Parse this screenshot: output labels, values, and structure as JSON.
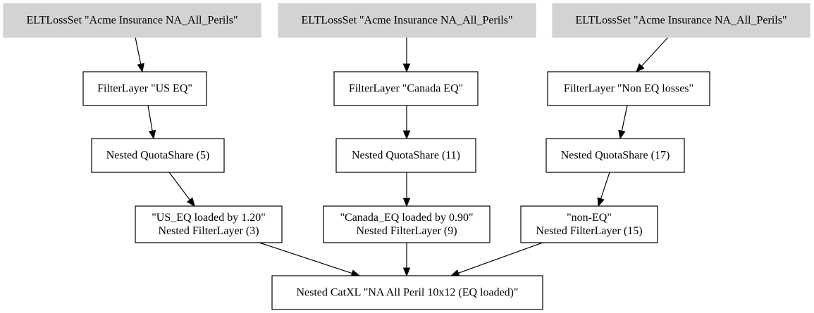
{
  "colors": {
    "source_fill": "#d3d3d3",
    "node_fill": "#ffffff",
    "stroke": "#000000"
  },
  "nodes": {
    "source_1": {
      "lines": [
        "ELTLossSet \"Acme Insurance NA_All_Perils\""
      ]
    },
    "source_2": {
      "lines": [
        "ELTLossSet \"Acme Insurance NA_All_Perils\""
      ]
    },
    "source_3": {
      "lines": [
        "ELTLossSet \"Acme Insurance NA_All_Perils\""
      ]
    },
    "filter_us": {
      "lines": [
        "FilterLayer \"US EQ\""
      ]
    },
    "filter_canada": {
      "lines": [
        "FilterLayer \"Canada EQ\""
      ]
    },
    "filter_non_eq": {
      "lines": [
        "FilterLayer \"Non EQ losses\""
      ]
    },
    "quota_5": {
      "lines": [
        "Nested QuotaShare (5)"
      ]
    },
    "quota_11": {
      "lines": [
        "Nested QuotaShare (11)"
      ]
    },
    "quota_17": {
      "lines": [
        "Nested QuotaShare (17)"
      ]
    },
    "nested_filter_3": {
      "lines": [
        "\"US_EQ loaded by 1.20\"",
        "Nested FilterLayer (3)"
      ]
    },
    "nested_filter_9": {
      "lines": [
        "\"Canada_EQ loaded by 0.90\"",
        "Nested FilterLayer (9)"
      ]
    },
    "nested_filter_15": {
      "lines": [
        "\"non-EQ\"",
        "Nested FilterLayer (15)"
      ]
    },
    "catxl": {
      "lines": [
        "Nested CatXL \"NA All Peril 10x12 (EQ loaded)\""
      ]
    }
  },
  "edges": [
    {
      "from": "source_1",
      "to": "filter_us"
    },
    {
      "from": "source_2",
      "to": "filter_canada"
    },
    {
      "from": "source_3",
      "to": "filter_non_eq"
    },
    {
      "from": "filter_us",
      "to": "quota_5"
    },
    {
      "from": "filter_canada",
      "to": "quota_11"
    },
    {
      "from": "filter_non_eq",
      "to": "quota_17"
    },
    {
      "from": "quota_5",
      "to": "nested_filter_3"
    },
    {
      "from": "quota_11",
      "to": "nested_filter_9"
    },
    {
      "from": "quota_17",
      "to": "nested_filter_15"
    },
    {
      "from": "nested_filter_3",
      "to": "catxl"
    },
    {
      "from": "nested_filter_9",
      "to": "catxl"
    },
    {
      "from": "nested_filter_15",
      "to": "catxl"
    }
  ]
}
